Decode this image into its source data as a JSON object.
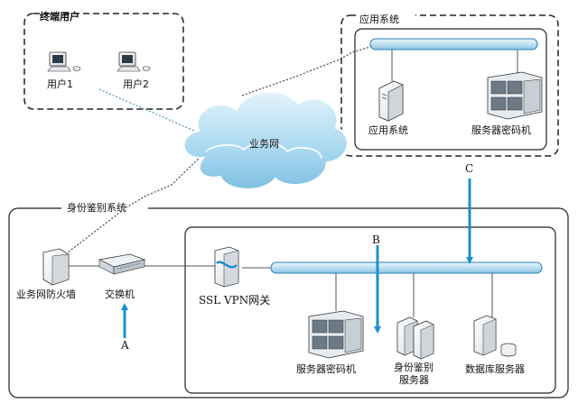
{
  "groups": {
    "end_users": "终端用户",
    "app_system": "应用系统",
    "identity_system": "身份鉴别系统"
  },
  "cloud": {
    "label": "业务网"
  },
  "nodes": {
    "user1": "用户1",
    "user2": "用户2",
    "app_server": "应用系统",
    "server_crypto_top": "服务器密码机",
    "firewall": "业务网防火墙",
    "switch": "交换机",
    "ssl_vpn": "SSL VPN网关",
    "server_crypto_bottom": "服务器密码机",
    "auth_server_line1": "身份鉴别",
    "auth_server_line2": "服务器",
    "db_server": "数据库服务器"
  },
  "arrows": {
    "a": "A",
    "b": "B",
    "c": "C"
  },
  "colors": {
    "bus_fill": "#cfe8f6",
    "bus_stroke": "#2c7fb8",
    "arrow": "#1b8fd2",
    "cloud_fill": "#b8dff3",
    "dash": "#222222"
  },
  "icons": [
    "computer-icon",
    "server-tower-icon",
    "server-rack-icon",
    "firewall-icon",
    "switch-icon",
    "vpn-gateway-icon",
    "database-server-icon",
    "cloud-icon"
  ]
}
